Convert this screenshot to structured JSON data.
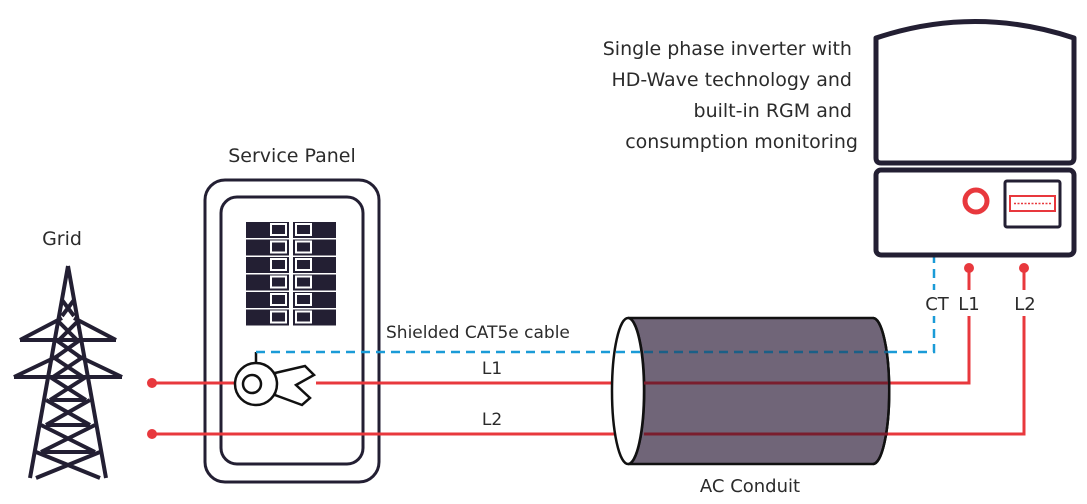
{
  "labels": {
    "grid": "Grid",
    "service_panel": "Service Panel",
    "inverter_description": [
      "Single phase inverter with",
      "HD-Wave technology and",
      "built-in RGM and",
      "consumption monitoring"
    ],
    "cable": "Shielded CAT5e cable",
    "line1_mid": "L1",
    "line2_mid": "L2",
    "terminal_ct": "CT",
    "terminal_l1": "L1",
    "terminal_l2": "L2",
    "conduit": "AC Conduit"
  },
  "icons": {
    "grid": "transmission-tower-icon",
    "panel": "breaker-panel-icon",
    "ct": "current-transformer-clamp-icon",
    "inverter": "inverter-icon",
    "conduit": "conduit-cylinder-icon"
  },
  "colors": {
    "outline": "#231f33",
    "power_line": "#e8383d",
    "data_line": "#1a9bd7",
    "conduit_fill": "#6a5f72",
    "text": "#2b2b2b"
  }
}
